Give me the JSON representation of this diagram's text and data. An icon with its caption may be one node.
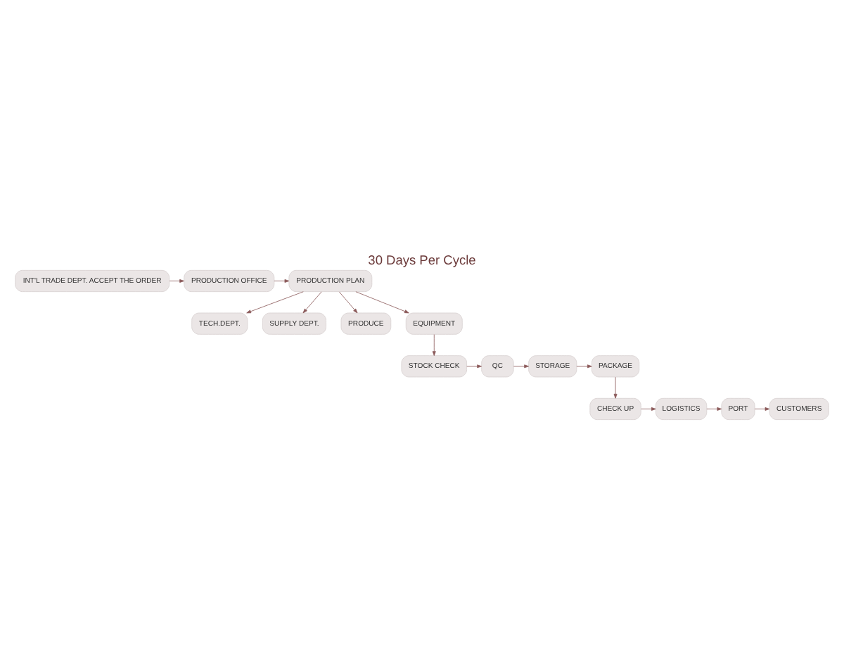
{
  "diagram": {
    "title": "30 Days Per Cycle",
    "nodes": [
      {
        "text": [
          "INT'L TRADE DEPT. ACCEPT THE ORDER"
        ]
      },
      {
        "text": [
          "PRODUCTION OFFICE"
        ]
      },
      {
        "text": [
          "PRODUCTION PLAN"
        ]
      },
      {
        "text": [
          "TECH.DEPT."
        ]
      },
      {
        "text": [
          "SUPPLY DEPT."
        ]
      },
      {
        "text": [
          "PRODUCE"
        ]
      },
      {
        "text": [
          "EQUIPMENT"
        ]
      },
      {
        "text": [
          "STOCK CHECK"
        ]
      },
      {
        "text": [
          "QC"
        ]
      },
      {
        "text": [
          "STORAGE"
        ]
      },
      {
        "text": [
          "PACKAGE"
        ]
      },
      {
        "text": [
          "CHECK UP"
        ]
      },
      {
        "text": [
          "LOGISTICS"
        ]
      },
      {
        "text": [
          "PORT"
        ]
      },
      {
        "text": [
          "CUSTOMERS"
        ]
      }
    ],
    "edges": [
      {
        "from": 0,
        "to": 1,
        "arrow": "to"
      },
      {
        "from": 1,
        "to": 2,
        "arrow": "to"
      },
      {
        "from": 2,
        "to": 3,
        "arrow": "to"
      },
      {
        "from": 2,
        "to": 4,
        "arrow": "to"
      },
      {
        "from": 2,
        "to": 5,
        "arrow": "to"
      },
      {
        "from": 2,
        "to": 6,
        "arrow": "to"
      },
      {
        "from": 6,
        "to": 7,
        "arrow": "to"
      },
      {
        "from": 7,
        "to": 8,
        "arrow": "to"
      },
      {
        "from": 8,
        "to": 9,
        "arrow": "to"
      },
      {
        "from": 9,
        "to": 10,
        "arrow": "to"
      },
      {
        "from": 10,
        "to": 11,
        "arrow": "to"
      },
      {
        "from": 11,
        "to": 12,
        "arrow": "to"
      },
      {
        "from": 12,
        "to": 13,
        "arrow": "to"
      },
      {
        "from": 13,
        "to": 14,
        "arrow": "to"
      }
    ]
  }
}
